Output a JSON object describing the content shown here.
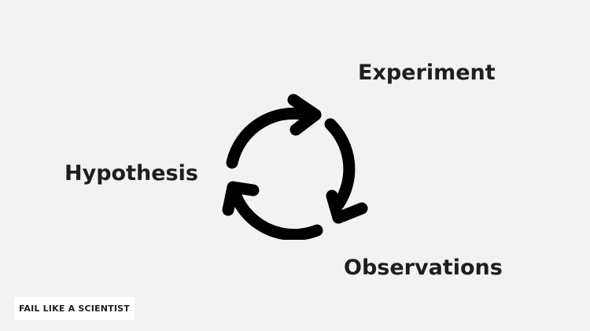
{
  "diagram": {
    "nodes": [
      {
        "id": "experiment",
        "label": "Experiment"
      },
      {
        "id": "observations",
        "label": "Observations"
      },
      {
        "id": "hypothesis",
        "label": "Hypothesis"
      }
    ],
    "cycle_icon": "circular-arrows-icon",
    "arrow_color": "#000000"
  },
  "footer": {
    "badge_text": "FAIL LIKE A SCIENTIST"
  },
  "colors": {
    "background": "#f2f2f2",
    "text": "#1e1e1e",
    "badge_background": "#ffffff"
  }
}
